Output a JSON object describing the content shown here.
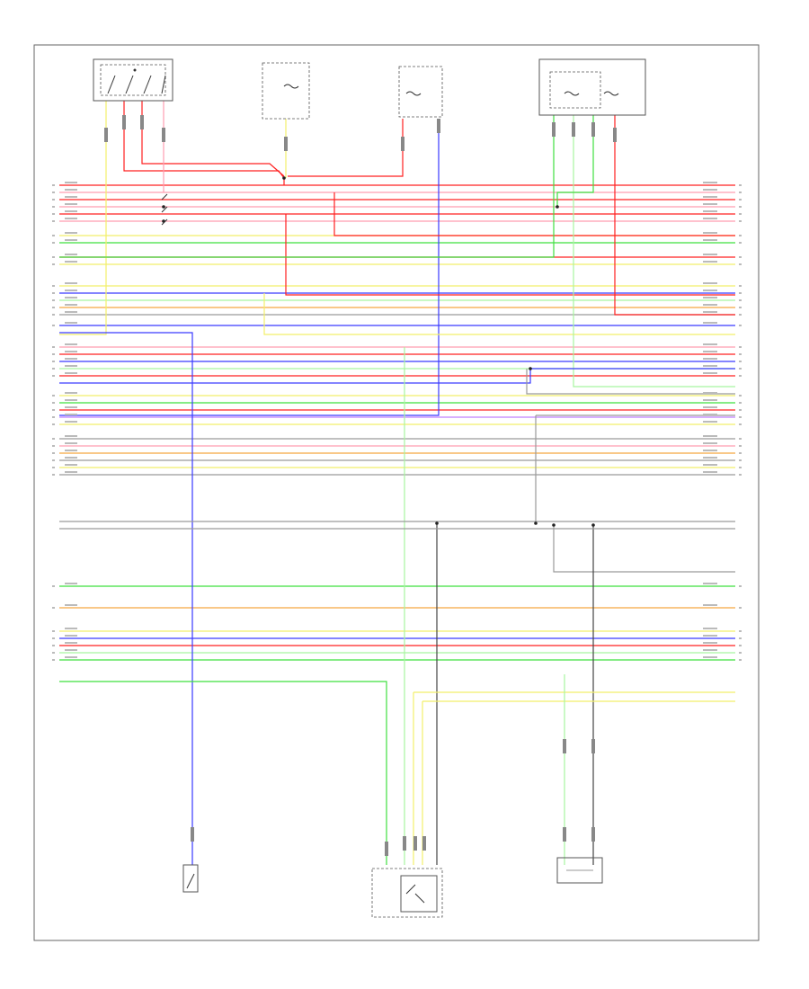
{
  "diagram": {
    "footer_code": "",
    "components": {
      "ignition_switch": {
        "label": ""
      },
      "fuse_a": {
        "label": ""
      },
      "fuse_b": {
        "label": ""
      },
      "fuse_relay_box": {
        "label": ""
      },
      "sensor_left": {
        "label": ""
      },
      "control_unit_bottom": {
        "label": ""
      },
      "module_bottom_right": {
        "label": ""
      }
    },
    "wire_colors": {
      "red": "#ff2020",
      "pink": "#ff9db0",
      "yellow": "#f2ef6a",
      "green": "#3fe03f",
      "light_green": "#a8f5a0",
      "blue": "#3a3aff",
      "orange": "#f5a640",
      "gray": "#9a9a9a",
      "violet": "#c080ff",
      "dark": "#444444"
    },
    "buses": [
      {
        "color": "red"
      },
      {
        "color": "pink"
      },
      {
        "color": "red"
      },
      {
        "color": "pink"
      },
      {
        "color": "red"
      },
      {
        "color": "pink"
      },
      {
        "color": "yellow"
      },
      {
        "color": "green"
      },
      {
        "color": "red"
      },
      {
        "color": "yellow"
      },
      {
        "color": "yellow"
      },
      {
        "color": "blue"
      },
      {
        "color": "light_green"
      },
      {
        "color": "orange"
      },
      {
        "color": "gray"
      },
      {
        "color": "blue"
      },
      {
        "color": "pink"
      },
      {
        "color": "red"
      },
      {
        "color": "blue"
      },
      {
        "color": "light_green"
      },
      {
        "color": "red"
      },
      {
        "color": "yellow"
      },
      {
        "color": "green"
      },
      {
        "color": "red"
      },
      {
        "color": "violet"
      },
      {
        "color": "yellow"
      },
      {
        "color": "gray"
      },
      {
        "color": "pink"
      },
      {
        "color": "orange"
      },
      {
        "color": "gray"
      },
      {
        "color": "yellow"
      },
      {
        "color": "gray"
      },
      {
        "color": "green"
      },
      {
        "color": "orange"
      },
      {
        "color": "yellow"
      },
      {
        "color": "blue"
      },
      {
        "color": "red"
      },
      {
        "color": "light_green"
      },
      {
        "color": "green"
      }
    ]
  }
}
